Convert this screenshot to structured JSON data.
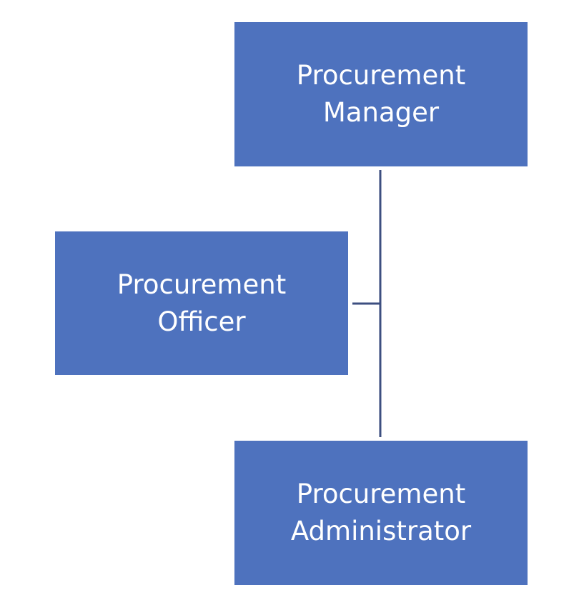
{
  "diagram": {
    "type": "org-chart",
    "line_color": "#3d4f80",
    "box_color": "#4e72be",
    "text_color": "#ffffff",
    "nodes": {
      "manager": {
        "line1": "Procurement",
        "line2": "Manager"
      },
      "officer": {
        "line1": "Procurement",
        "line2": "Officer"
      },
      "administrator": {
        "line1": "Procurement",
        "line2": "Administrator"
      }
    },
    "edges": [
      {
        "from": "manager",
        "to": "officer",
        "style": "assistant"
      },
      {
        "from": "manager",
        "to": "administrator",
        "style": "subordinate"
      }
    ]
  }
}
